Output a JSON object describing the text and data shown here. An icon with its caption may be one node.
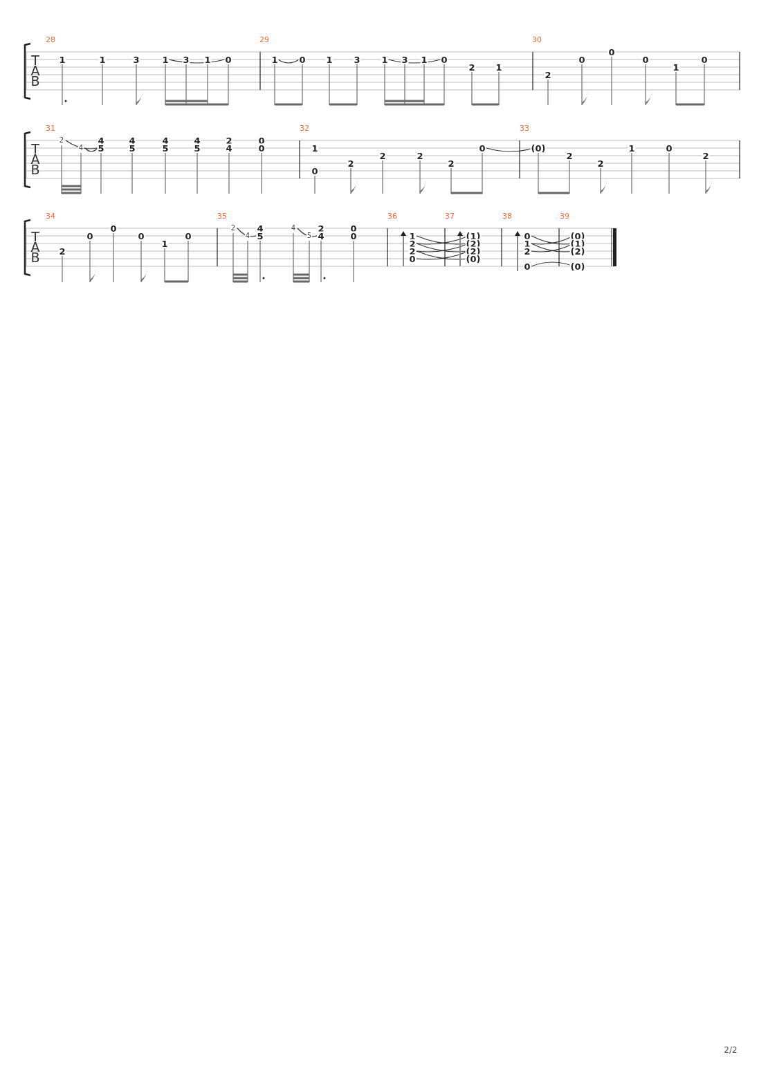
{
  "diagram": {
    "labels": [
      "28",
      "T",
      "A",
      "B",
      "1",
      "1",
      "3",
      "1",
      "3",
      "1",
      "0",
      "29",
      "1",
      "0",
      "1",
      "3",
      "1",
      "3",
      "1",
      "0",
      "2",
      "1",
      "30",
      "2",
      "0",
      "0",
      "0",
      "1",
      "0",
      "31",
      "T",
      "A",
      "B",
      "2",
      "4",
      "4",
      "5",
      "4",
      "5",
      "4",
      "5",
      "4",
      "5",
      "2",
      "4",
      "0",
      "0",
      "32",
      "1",
      "0",
      "2",
      "2",
      "2",
      "2",
      "0",
      "33",
      "(0)",
      "2",
      "2",
      "1",
      "0",
      "2",
      "34",
      "T",
      "A",
      "B",
      "2",
      "0",
      "0",
      "0",
      "1",
      "0",
      "35",
      "2",
      "4",
      "4",
      "5",
      "4",
      "5",
      "2",
      "4",
      "0",
      "0",
      "36",
      "1",
      "2",
      "2",
      "0",
      "37",
      "(1)",
      "(2)",
      "(2)",
      "(0)",
      "38",
      "0",
      "1",
      "2",
      "0",
      "39",
      "(0)",
      "(1)",
      "(2)",
      "(0)",
      "2/2"
    ]
  }
}
